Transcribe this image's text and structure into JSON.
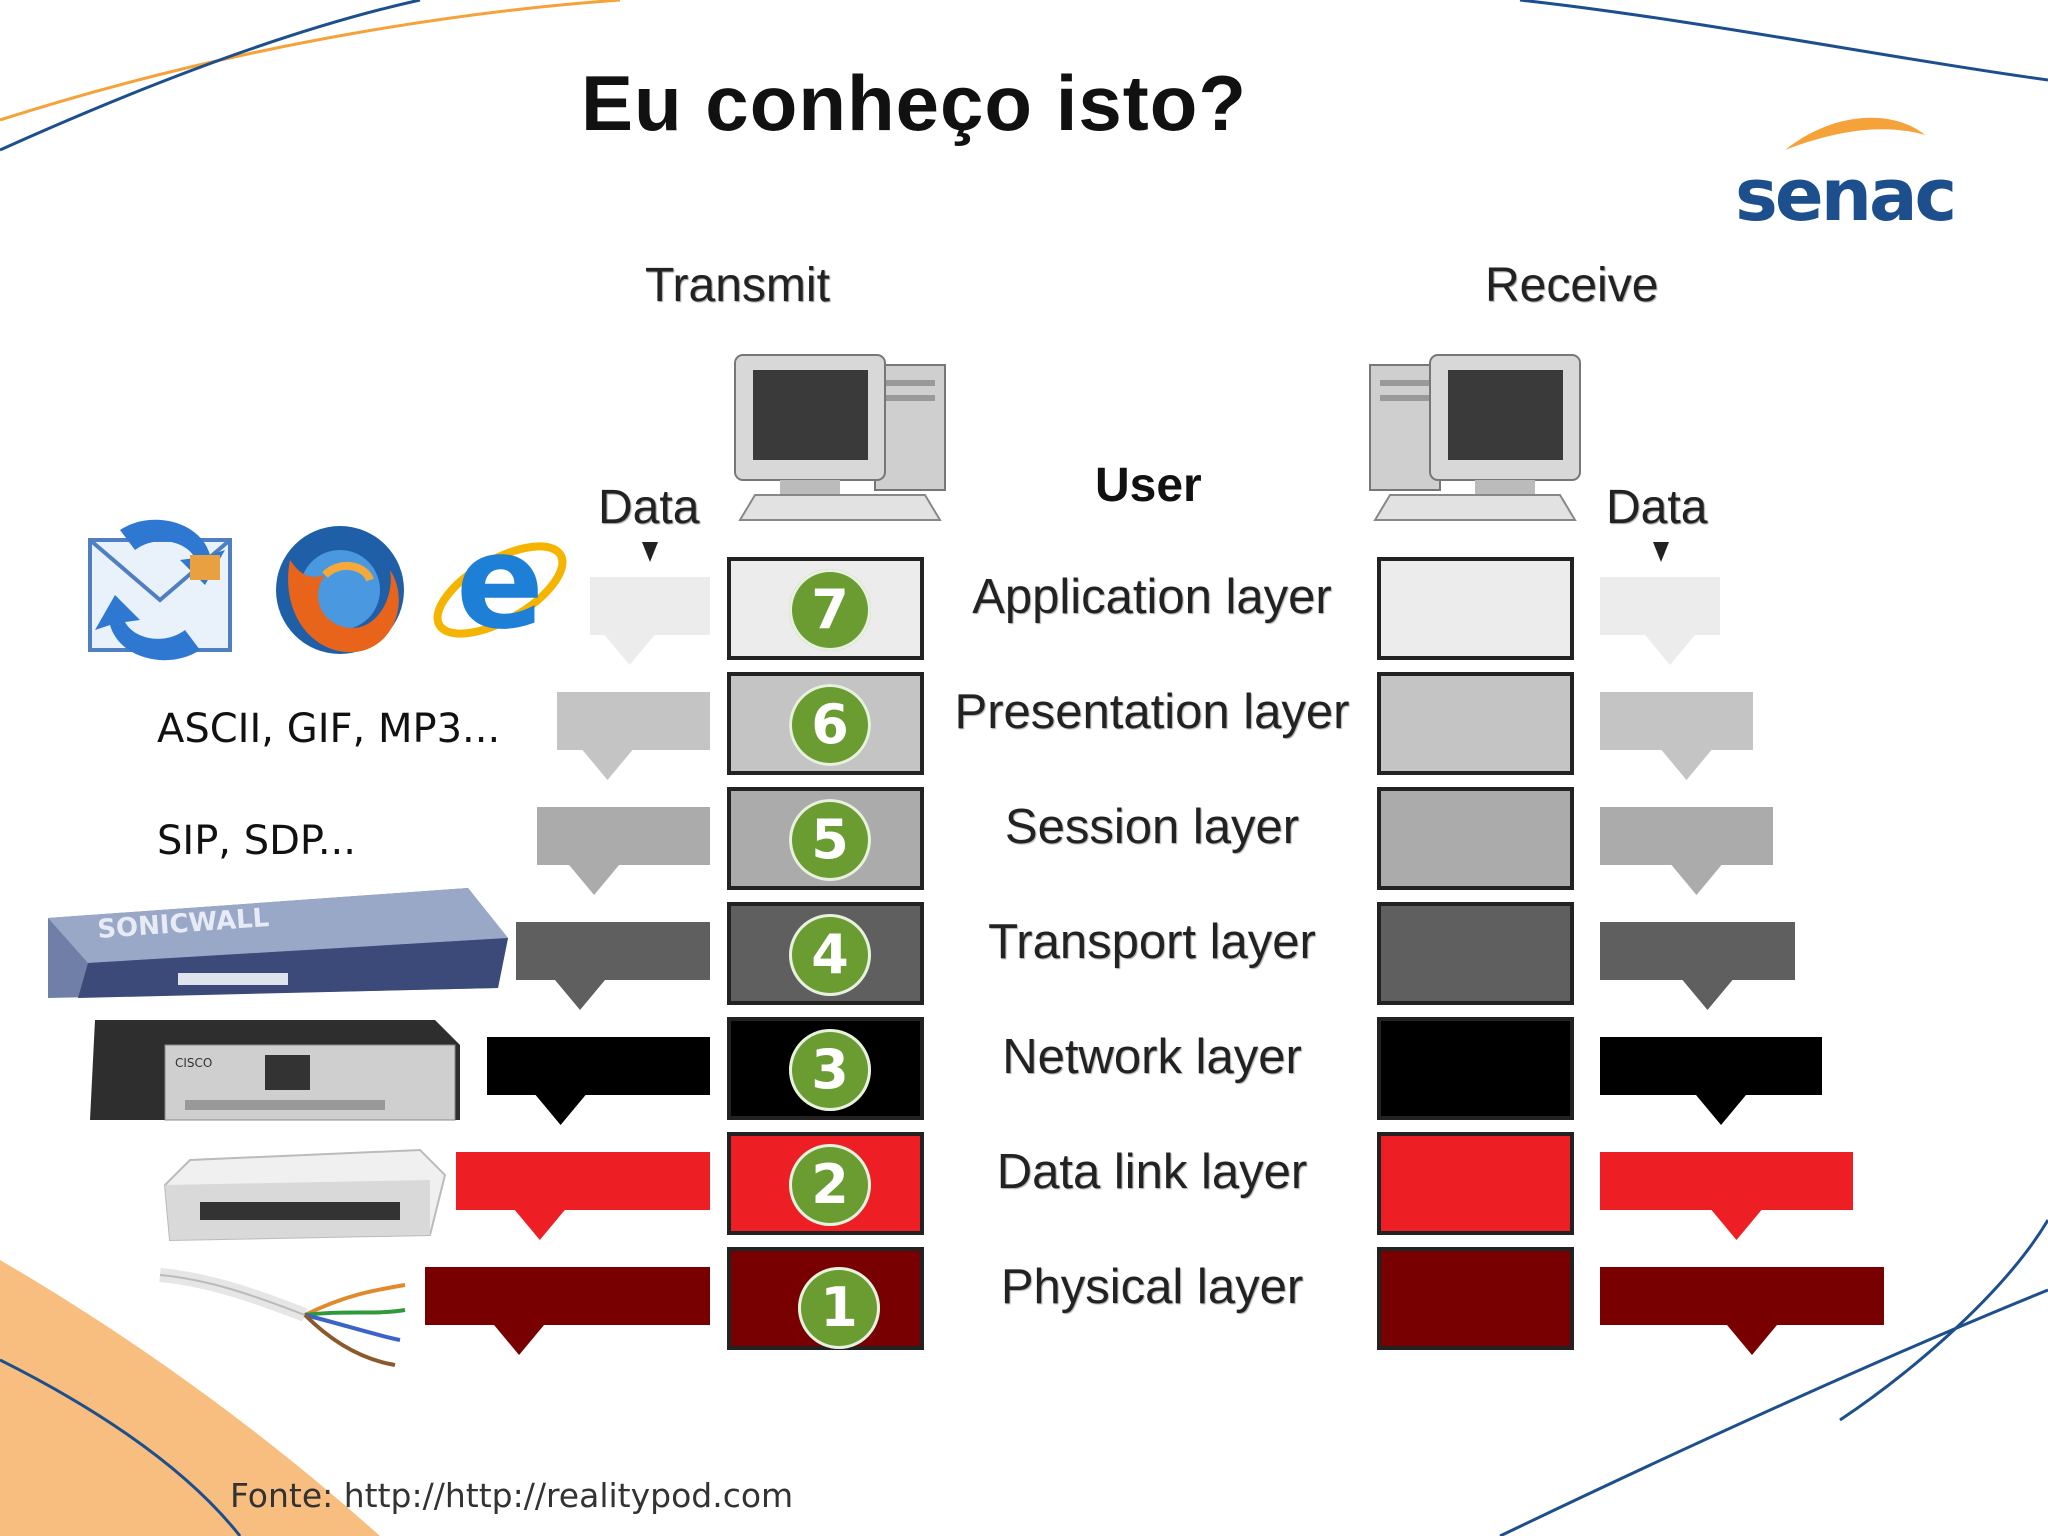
{
  "title": "Eu conheço isto?",
  "logo": {
    "text": "senac",
    "colors": {
      "text": "#1c4f8c",
      "swoosh": "#f5a23a"
    }
  },
  "columns": {
    "transmit": "Transmit",
    "receive": "Receive",
    "user": "User",
    "data_left": "Data",
    "data_right": "Data"
  },
  "layers": [
    {
      "number": "7",
      "name": "Application layer",
      "color": "#ececec"
    },
    {
      "number": "6",
      "name": "Presentation layer",
      "color": "#c4c4c4"
    },
    {
      "number": "5",
      "name": "Session layer",
      "color": "#ababab"
    },
    {
      "number": "4",
      "name": "Transport layer",
      "color": "#5f5f5f"
    },
    {
      "number": "3",
      "name": "Network layer",
      "color": "#000000"
    },
    {
      "number": "2",
      "name": "Data link layer",
      "color": "#ee1f24"
    },
    {
      "number": "1",
      "name": "Physical layer",
      "color": "#780000"
    }
  ],
  "annotations": {
    "presentation": "ASCII, GIF, MP3...",
    "session": "SIP, SDP..."
  },
  "device_labels": {
    "firewall": "SONICWALL",
    "router": "CISCO"
  },
  "source": "Fonte: http://http://realitypod.com",
  "icons": [
    "outlook-icon",
    "firefox-icon",
    "internet-explorer-icon",
    "computer-icon",
    "firewall-device",
    "router-device",
    "switch-device",
    "network-cable"
  ]
}
